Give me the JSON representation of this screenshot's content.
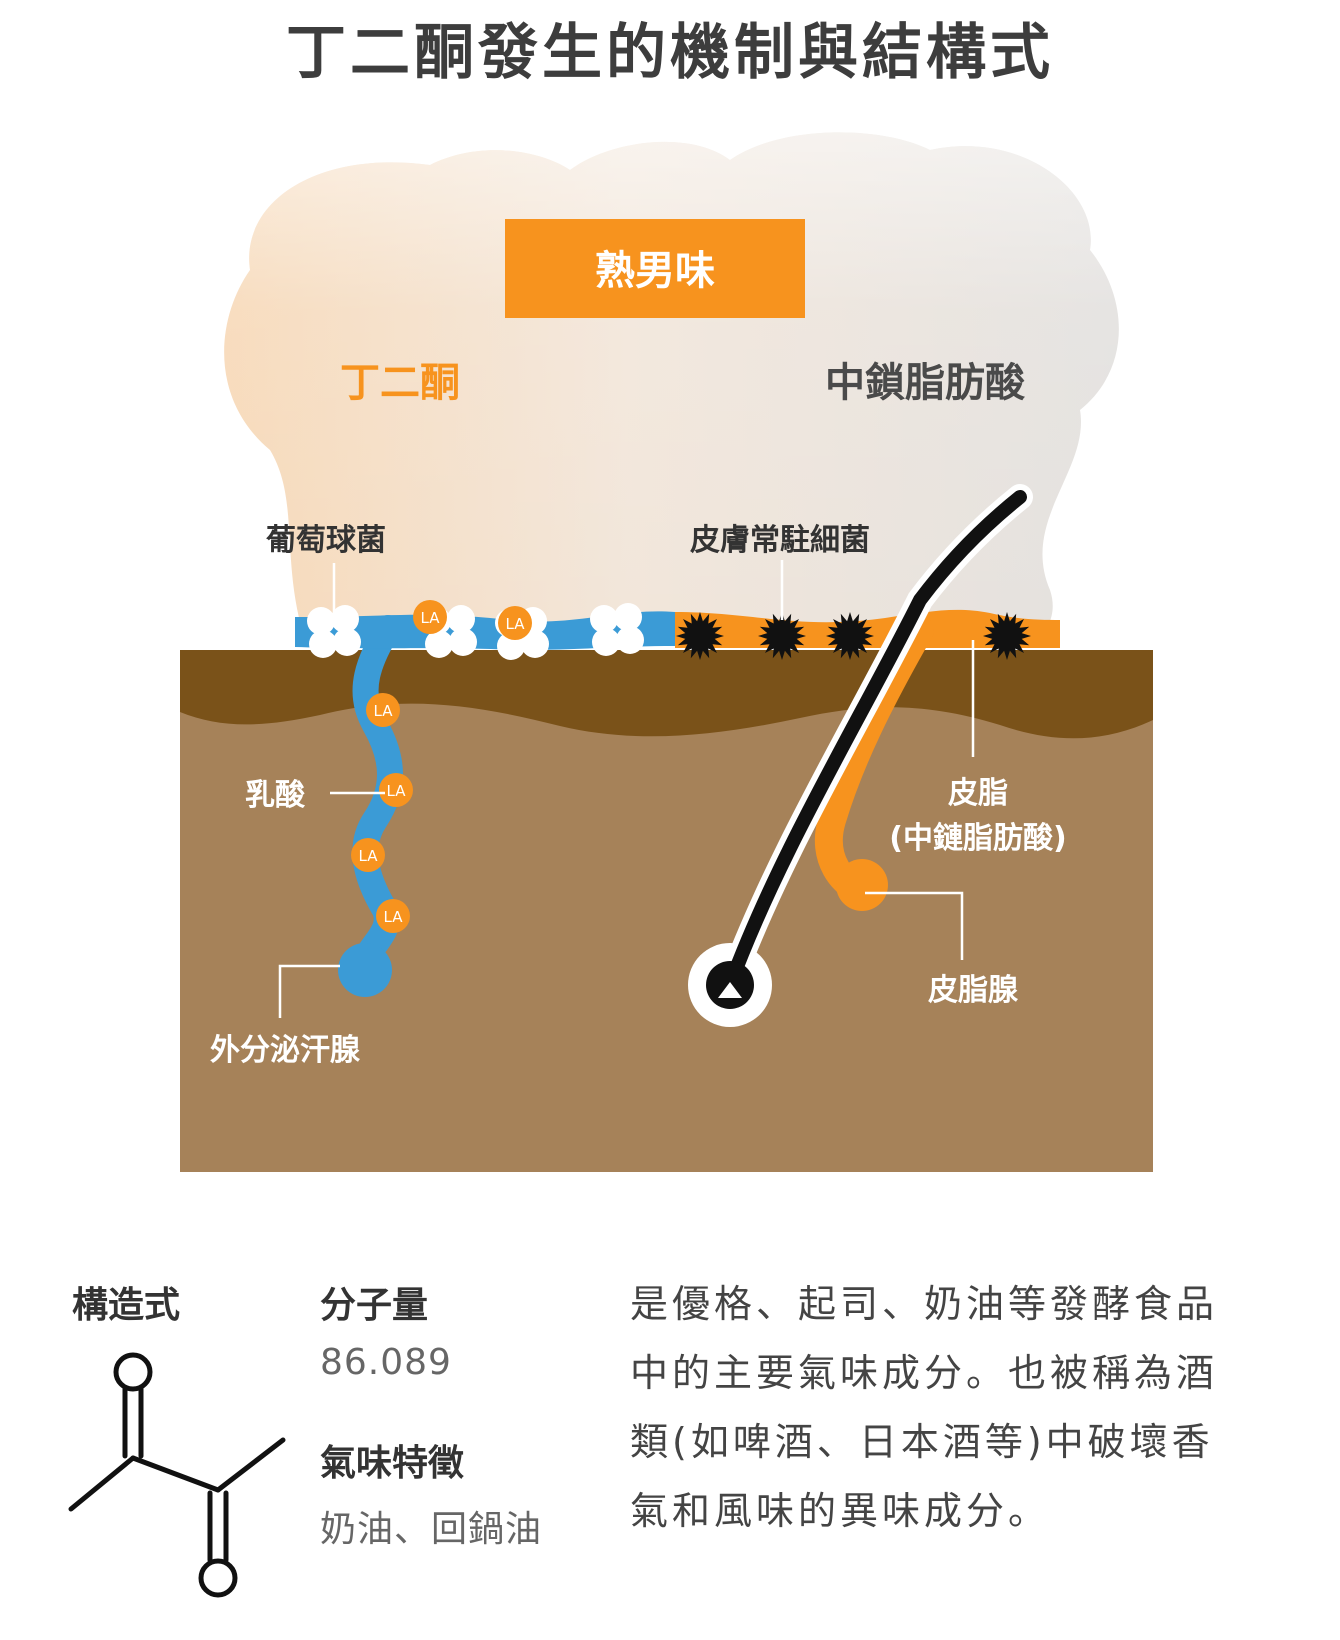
{
  "title": "丁二酮發生的機制與結構式",
  "diagram": {
    "cloud_label": "熟男味",
    "left_compound": "丁二酮",
    "right_compound": "中鎖脂肪酸",
    "staph_label": "葡萄球菌",
    "resident_bacteria_label": "皮膚常駐細菌",
    "lactic_acid_label": "乳酸",
    "la_marker": "LA",
    "eccrine_label": "外分泌汗腺",
    "sebum_label": "皮脂",
    "sebum_sub_label": "(中鏈脂肪酸)",
    "sebaceous_label": "皮脂腺",
    "colors": {
      "orange": "#f7931e",
      "blue": "#3b9bd6",
      "skin_dark": "#7a5219",
      "skin": "#a68259"
    }
  },
  "structure": {
    "heading": "構造式"
  },
  "molecular_weight": {
    "heading": "分子量",
    "value": "86.089"
  },
  "odor": {
    "heading": "氣味特徵",
    "value": "奶油、回鍋油"
  },
  "description": [
    "是優格、起司、奶油等發酵食品",
    "中的主要氣味成分。也被稱為酒",
    "類(如啤酒、日本酒等)中破壞香",
    "氣和風味的異味成分。"
  ]
}
